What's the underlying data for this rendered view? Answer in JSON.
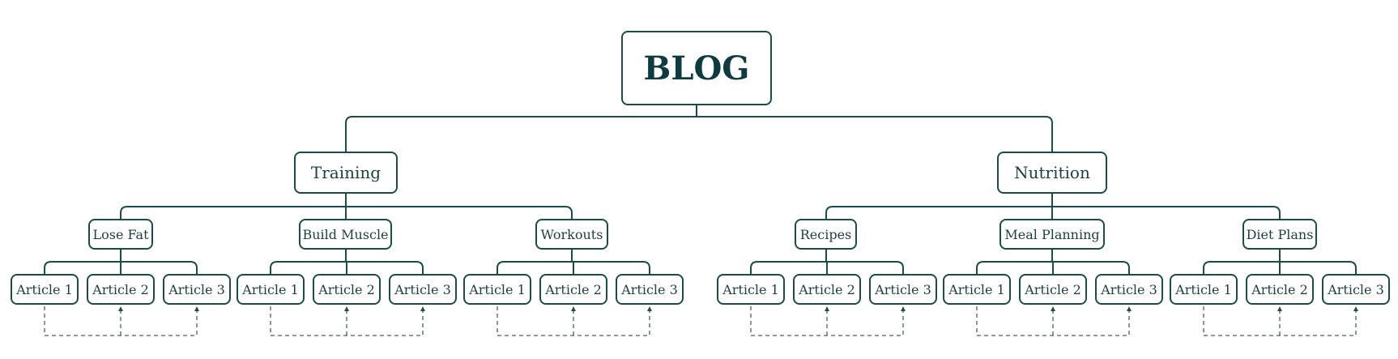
{
  "colors": {
    "border": "#1d4a4a",
    "text": "#1d3e40",
    "root_text": "#0f3a40",
    "dashed": "#4a6060"
  },
  "root": {
    "label": "BLOG"
  },
  "sections": [
    {
      "label": "Training",
      "categories": [
        {
          "label": "Lose Fat",
          "articles": [
            "Article 1",
            "Article 2",
            "Article 3"
          ]
        },
        {
          "label": "Build Muscle",
          "articles": [
            "Article 1",
            "Article 2",
            "Article 3"
          ]
        },
        {
          "label": "Workouts",
          "articles": [
            "Article 1",
            "Article 2",
            "Article 3"
          ]
        }
      ]
    },
    {
      "label": "Nutrition",
      "categories": [
        {
          "label": "Recipes",
          "articles": [
            "Article 1",
            "Article 2",
            "Article 3"
          ]
        },
        {
          "label": "Meal Planning",
          "articles": [
            "Article 1",
            "Article 2",
            "Article 3"
          ]
        },
        {
          "label": "Diet Plans",
          "articles": [
            "Article 1",
            "Article 2",
            "Article 3"
          ]
        }
      ]
    }
  ]
}
